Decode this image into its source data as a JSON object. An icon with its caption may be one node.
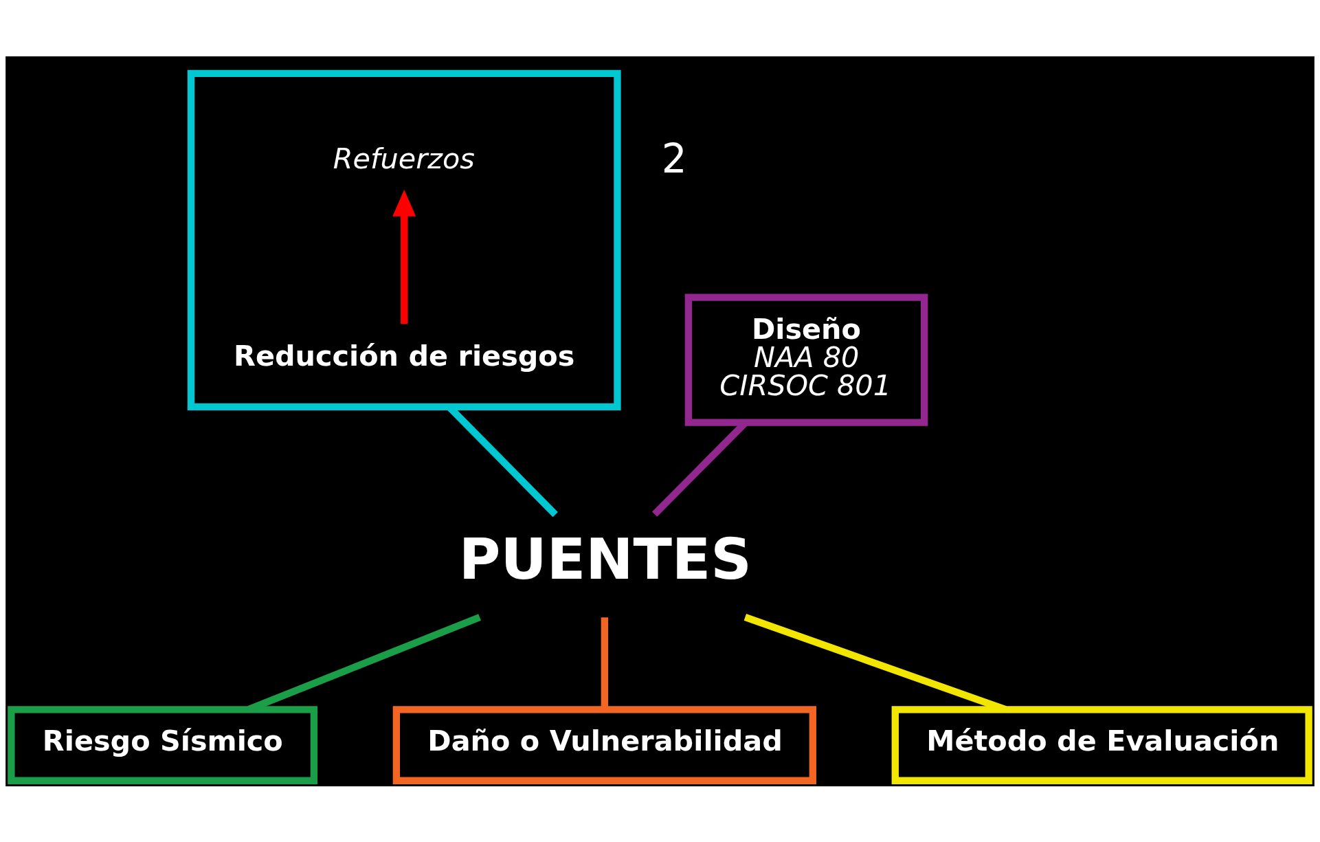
{
  "diagram": {
    "nodes": [
      {
        "text": [],
        "shape": "box"
      },
      {
        "text": [
          "Refuerzos"
        ],
        "in": 0
      },
      {
        "text": [
          "Reducción de riesgos"
        ],
        "in": 0
      },
      {
        "text": [
          "Diseño",
          "NAA 80",
          "CIRSOC 801"
        ]
      },
      {
        "text": [
          "PUENTES"
        ]
      },
      {
        "text": [
          "Riesgo Sísmico"
        ]
      },
      {
        "text": [
          "Daño o Vulnerabilidad"
        ]
      },
      {
        "text": [
          "Método de Evaluación"
        ]
      }
    ],
    "edges": [
      {
        "from": 4,
        "to": 2,
        "arrow": "none",
        "color": "#00c8d2"
      },
      {
        "from": 4,
        "to": 3,
        "arrow": "none",
        "color": "#92278f"
      },
      {
        "from": 4,
        "to": 5,
        "arrow": "none",
        "color": "#1a9e48"
      },
      {
        "from": 4,
        "to": 6,
        "arrow": "none",
        "color": "#f26522"
      },
      {
        "from": 4,
        "to": 7,
        "arrow": "none",
        "color": "#f2e500"
      },
      {
        "from": 2,
        "to": 1,
        "arrow": "to",
        "color": "#ff0000"
      }
    ],
    "labels": [
      "2"
    ]
  }
}
